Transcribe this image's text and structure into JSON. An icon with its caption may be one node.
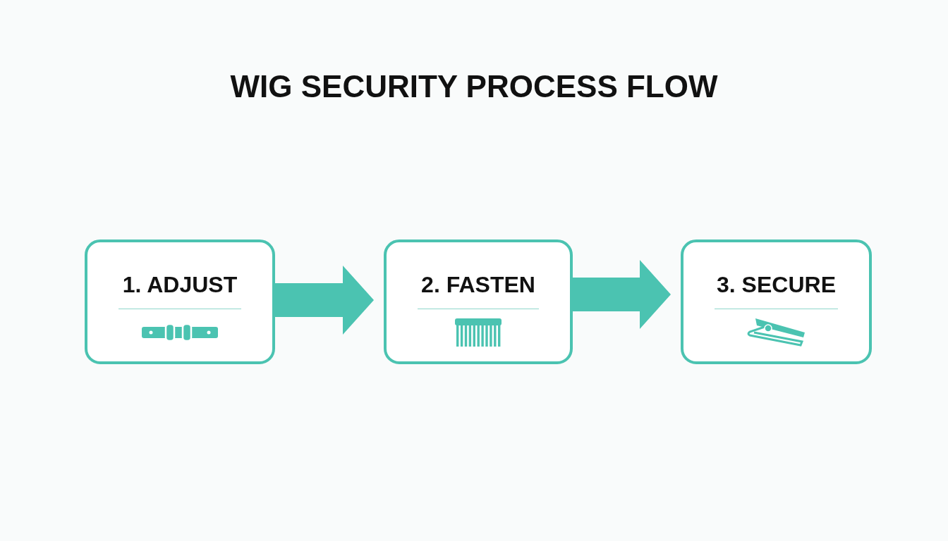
{
  "diagram": {
    "title": "WIG SECURITY PROCESS FLOW",
    "nodes": [
      {
        "text": [
          "1. ADJUST"
        ]
      },
      {
        "text": [
          "2. FASTEN"
        ]
      },
      {
        "text": [
          "3. SECURE"
        ]
      }
    ],
    "edges": [
      {
        "from": 0,
        "to": 1,
        "arrow": "to"
      },
      {
        "from": 1,
        "to": 2,
        "arrow": "to"
      }
    ]
  }
}
